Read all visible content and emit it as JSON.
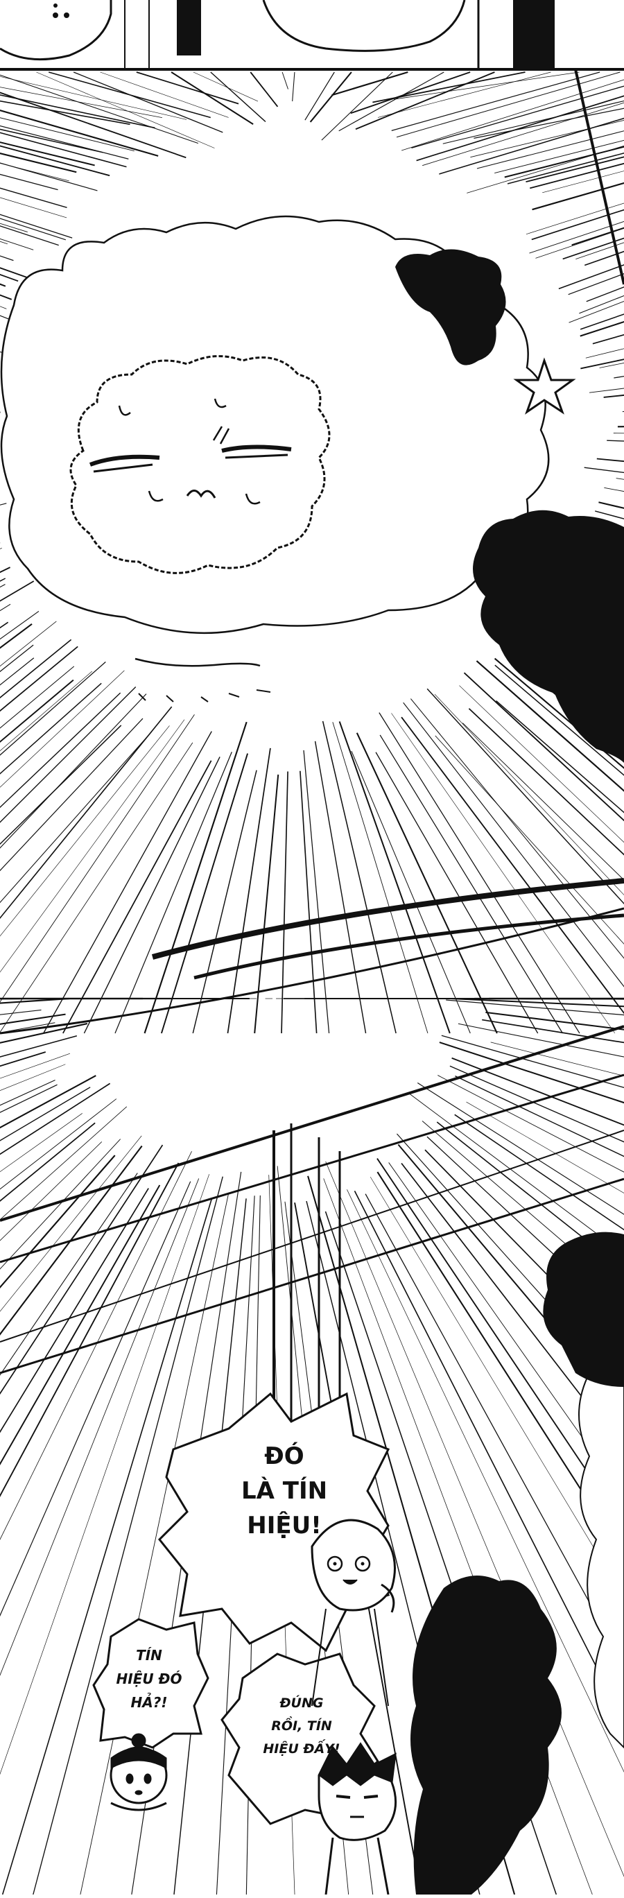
{
  "page": {
    "background": "#ffffff",
    "ink": "#111111"
  },
  "speech_bubbles": {
    "main": {
      "lines": [
        "ĐÓ",
        "LÀ TÍN",
        "HIỆU!"
      ]
    },
    "left": {
      "lines": [
        "TÍN",
        "HIỆU ĐÓ",
        "HẢ?!"
      ]
    },
    "right": {
      "lines": [
        "ĐÚNG",
        "RỒI, TÍN",
        "HIỆU ĐẤY!"
      ]
    }
  },
  "effects": {
    "star_symbol": "☆"
  }
}
